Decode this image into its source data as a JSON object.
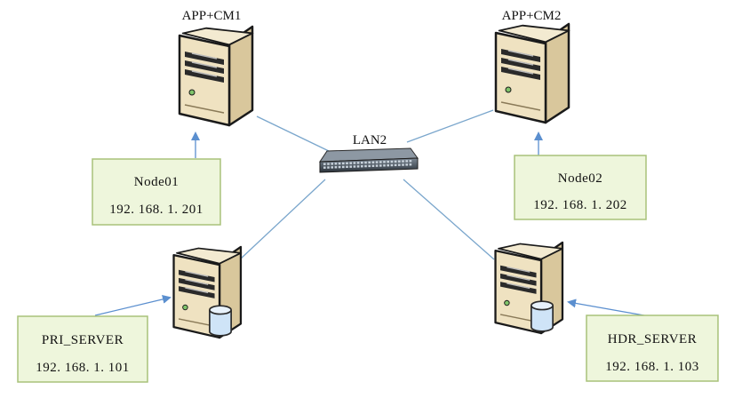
{
  "colors": {
    "link_line": "#7aa6cc",
    "arrow": "#5b8fcf",
    "box_fill": "#eef6dc",
    "box_border": "#a9c27a",
    "server_body": "#efe2c1",
    "server_outline": "#1a1a1a",
    "db_fill": "#cfe4f7"
  },
  "icons": {
    "server": "server-icon",
    "db_server": "database-server-icon",
    "switch": "network-switch-icon"
  },
  "servers": [
    {
      "id": "app-cm1",
      "label": "APP+CM1",
      "kind": "server"
    },
    {
      "id": "app-cm2",
      "label": "APP+CM2",
      "kind": "server"
    },
    {
      "id": "pri-server",
      "label": "",
      "kind": "db_server"
    },
    {
      "id": "hdr-server",
      "label": "",
      "kind": "db_server"
    }
  ],
  "switch": {
    "label": "LAN2"
  },
  "nodes": [
    {
      "id": "node01",
      "name": "Node01",
      "ip": "192. 168. 1. 201"
    },
    {
      "id": "node02",
      "name": "Node02",
      "ip": "192. 168. 1. 202"
    },
    {
      "id": "pri",
      "name": "PRI_SERVER",
      "ip": "192. 168. 1. 101"
    },
    {
      "id": "hdr",
      "name": "HDR_SERVER",
      "ip": "192. 168. 1. 103"
    }
  ]
}
